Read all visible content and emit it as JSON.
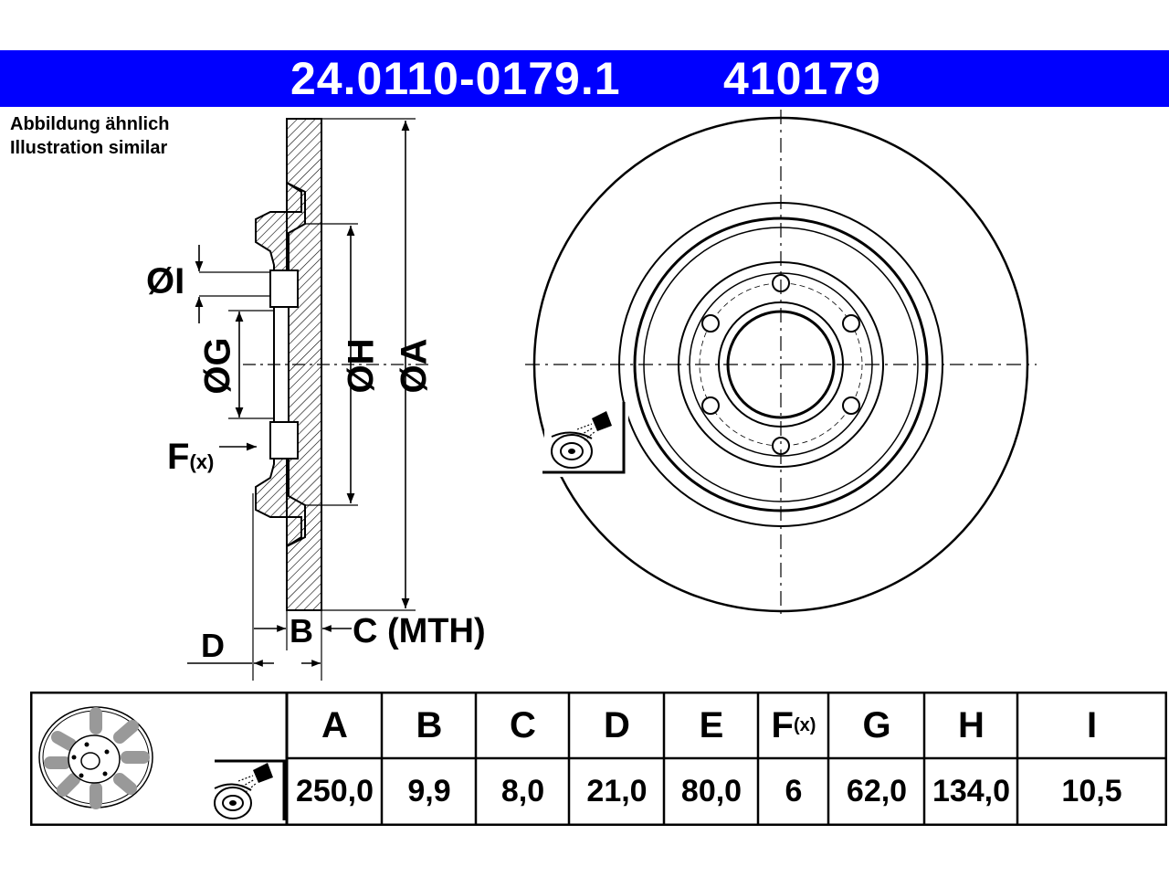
{
  "header": {
    "part_number": "24.0110-0179.1",
    "ref_number": "410179",
    "background_color": "#0000ff",
    "text_color": "#ffffff"
  },
  "note": {
    "line1": "Abbildung ähnlich",
    "line2": "Illustration similar"
  },
  "dimension_labels": {
    "I": "ØI",
    "G": "ØG",
    "H": "ØH",
    "A": "ØA",
    "F": "F",
    "F_suffix": "(x)",
    "D": "D",
    "B": "B",
    "C": "C (MTH)"
  },
  "icons": [
    "brake-disc-thumbnail-icon",
    "cleaning-spray-icon"
  ],
  "table": {
    "headers": [
      "A",
      "B",
      "C",
      "D",
      "E",
      "F",
      "G",
      "H",
      "I"
    ],
    "header_F_suffix": "(x)",
    "values": [
      "250,0",
      "9,9",
      "8,0",
      "21,0",
      "80,0",
      "6",
      "62,0",
      "134,0",
      "10,5"
    ]
  }
}
